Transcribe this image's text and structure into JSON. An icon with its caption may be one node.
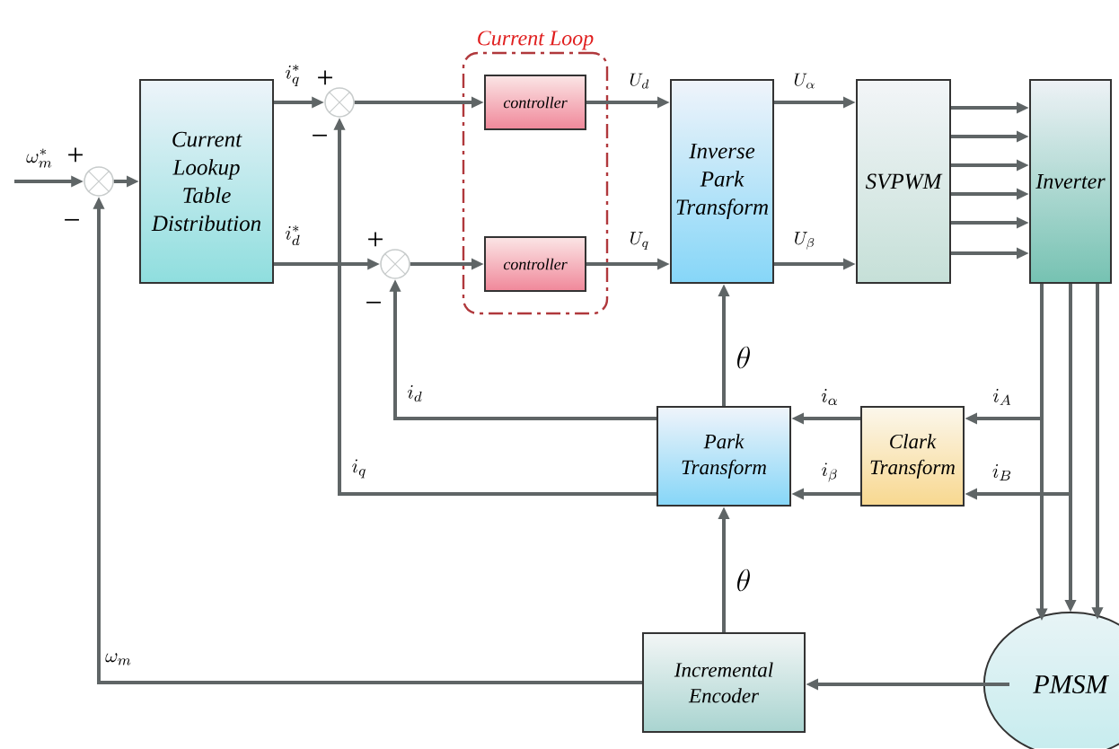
{
  "diagram": {
    "nodes": [
      {
        "text": [
          "Current Lookup Table Distribution"
        ]
      },
      {
        "text": [
          "Current Loop"
        ]
      },
      {
        "text": [
          "controller"
        ],
        "in": 1
      },
      {
        "text": [
          "controller"
        ],
        "in": 1
      },
      {
        "text": [
          "Inverse Park Transform"
        ]
      },
      {
        "text": [
          "SVPWM"
        ]
      },
      {
        "text": [
          "Inverter"
        ]
      },
      {
        "text": [
          "Park Transform"
        ]
      },
      {
        "text": [
          "Clark Transform"
        ]
      },
      {
        "text": [
          "Incremental Encoder"
        ]
      },
      {
        "text": [
          "PMSM"
        ]
      },
      {
        "text": [],
        "shape": "circle"
      },
      {
        "text": [],
        "shape": "circle"
      },
      {
        "text": [],
        "shape": "circle"
      }
    ],
    "edges": [
      {
        "from": null,
        "to": 11,
        "arrow": "to",
        "label": "\\omega_m^*"
      },
      {
        "from": 11,
        "to": 0,
        "arrow": "to"
      },
      {
        "from": 0,
        "to": 12,
        "arrow": "to",
        "label": "i_q^*"
      },
      {
        "from": 0,
        "to": 13,
        "arrow": "to",
        "label": "i_d^*"
      },
      {
        "from": 12,
        "to": 2,
        "arrow": "to"
      },
      {
        "from": 13,
        "to": 3,
        "arrow": "to"
      },
      {
        "from": 2,
        "to": 4,
        "arrow": "to",
        "label": "U_d"
      },
      {
        "from": 3,
        "to": 4,
        "arrow": "to",
        "label": "U_q"
      },
      {
        "from": 4,
        "to": 5,
        "arrow": "to",
        "label": "U_\\alpha"
      },
      {
        "from": 4,
        "to": 5,
        "arrow": "to",
        "label": "U_\\beta"
      },
      {
        "from": 5,
        "to": 6,
        "arrow": "to"
      },
      {
        "from": 5,
        "to": 6,
        "arrow": "to"
      },
      {
        "from": 5,
        "to": 6,
        "arrow": "to"
      },
      {
        "from": 5,
        "to": 6,
        "arrow": "to"
      },
      {
        "from": 5,
        "to": 6,
        "arrow": "to"
      },
      {
        "from": 5,
        "to": 6,
        "arrow": "to"
      },
      {
        "from": 6,
        "to": 10,
        "arrow": "to"
      },
      {
        "from": 6,
        "to": 10,
        "arrow": "to"
      },
      {
        "from": 6,
        "to": 10,
        "arrow": "to"
      },
      {
        "from": 6,
        "to": 8,
        "arrow": "to",
        "label": "i_A"
      },
      {
        "from": 6,
        "to": 8,
        "arrow": "to",
        "label": "i_B"
      },
      {
        "from": 8,
        "to": 7,
        "arrow": "to",
        "label": "i_\\alpha"
      },
      {
        "from": 8,
        "to": 7,
        "arrow": "to",
        "label": "i_\\beta"
      },
      {
        "from": 7,
        "to": 13,
        "arrow": "to",
        "label": "i_d"
      },
      {
        "from": 7,
        "to": 12,
        "arrow": "to",
        "label": "i_q"
      },
      {
        "from": 7,
        "to": 4,
        "arrow": "to",
        "label": "\\theta"
      },
      {
        "from": 9,
        "to": 7,
        "arrow": "to",
        "label": "\\theta"
      },
      {
        "from": 10,
        "to": 9,
        "arrow": "to"
      },
      {
        "from": 9,
        "to": 11,
        "arrow": "to",
        "label": "\\omega_m"
      }
    ],
    "labels": [
      "+",
      "−",
      "+",
      "−",
      "+",
      "−"
    ]
  }
}
